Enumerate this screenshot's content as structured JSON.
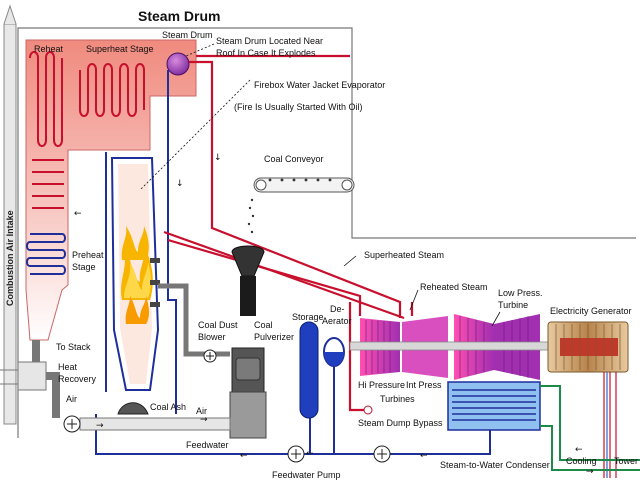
{
  "title": "Steam Drum",
  "notes": {
    "drum_location": "Steam Drum Located Near Roof In Case It Explodes",
    "firebox": "Firebox Water Jacket Evaporator",
    "firebox_note": "(Fire Is Usually Started With Oil)"
  },
  "labels": {
    "reheat": "Reheat",
    "superheat_stage": "Superheat Stage",
    "steam_drum": "Steam Drum",
    "coal_conveyor": "Coal Conveyor",
    "superheated_steam": "Superheated Steam",
    "reheated_steam": "Reheated Steam",
    "low_press_1": "Low Press.",
    "low_press_2": "Turbine",
    "generator": "Electricity Generator",
    "preheat_1": "Preheat",
    "preheat_2": "Stage",
    "combustion_air": "Combustion Air Intake",
    "to_stack": "To Stack",
    "heat_recovery_1": "Heat",
    "heat_recovery_2": "Recovery",
    "air_1": "Air",
    "air_2": "Air",
    "coal_ash": "Coal Ash",
    "coal_dust_1": "Coal Dust",
    "coal_dust_2": "Blower",
    "coal_pulv_1": "Coal",
    "coal_pulv_2": "Pulverizer",
    "storage": "Storage",
    "deaerator_1": "De-",
    "deaerator_2": "Aerator",
    "hi_pressure": "Hi Pressure",
    "int_press": "Int Press",
    "turbines": "Turbines",
    "steam_dump": "Steam Dump Bypass",
    "feedwater": "Feedwater",
    "feedwater_pump": "Feedwater Pump",
    "condenser": "Steam-to-Water Condenser",
    "cooling": "Cooling",
    "tower": "Tower"
  },
  "colors": {
    "steam": "#c8102e",
    "water": "#1f2f9a",
    "flue": "#f4a8a0",
    "condenser": "#2c66c8",
    "cooling": "#1d8a4a",
    "turbine": "#b43fb4",
    "generator": "#d9b48a"
  }
}
